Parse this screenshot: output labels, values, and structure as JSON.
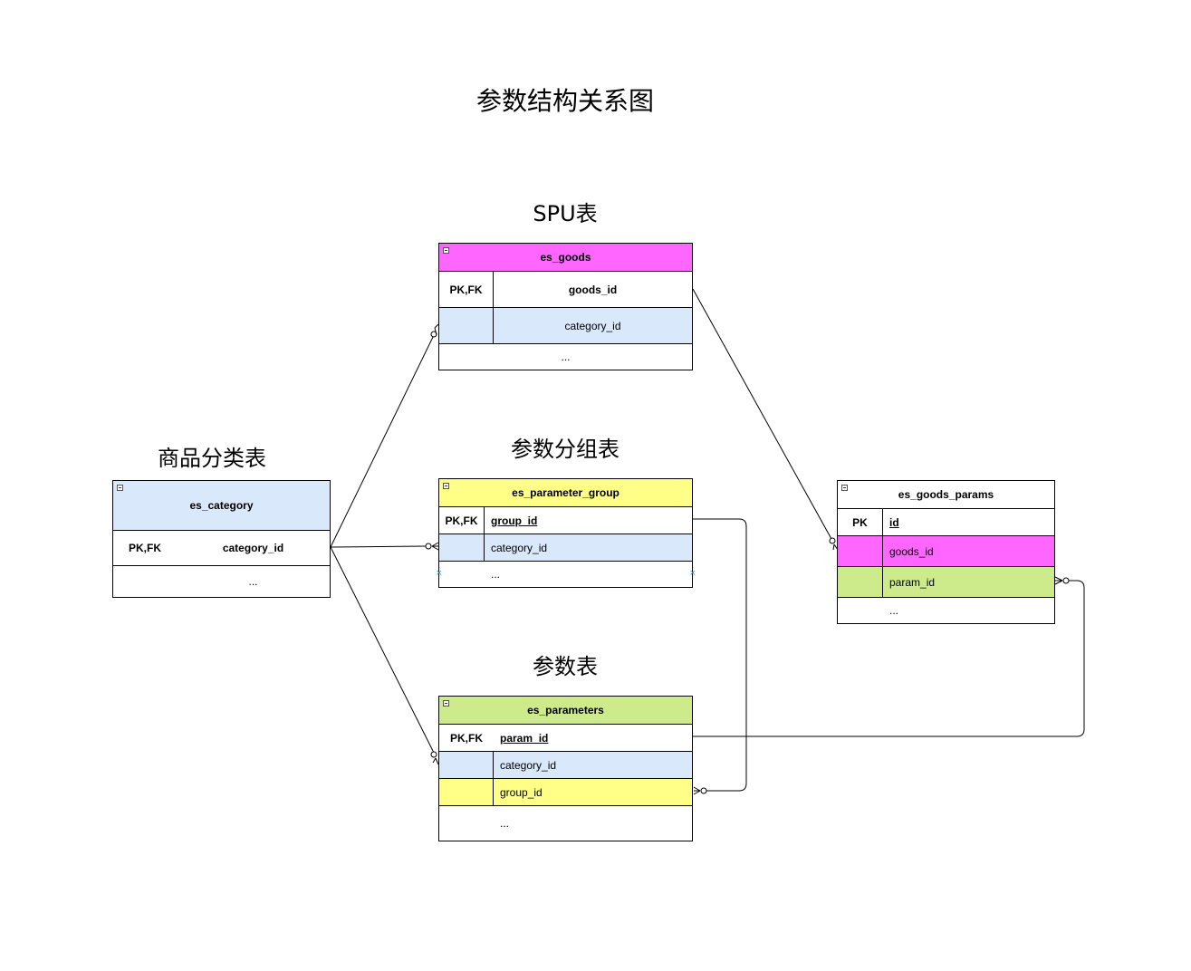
{
  "diagram_title": "参数结构关系图",
  "labels": {
    "spu": "SPU表",
    "category": "商品分类表",
    "param_group": "参数分组表",
    "params": "参数表"
  },
  "colors": {
    "pink": "#ff66ff",
    "blue": "#dae8fc",
    "yellow": "#ffff88",
    "green": "#cdeb8b"
  },
  "tables": {
    "es_goods": {
      "name": "es_goods",
      "rows": [
        {
          "key": "PK,FK",
          "field": "goods_id"
        },
        {
          "key": "",
          "field": "category_id"
        },
        {
          "key": "",
          "field": "..."
        }
      ]
    },
    "es_category": {
      "name": "es_category",
      "rows": [
        {
          "key": "PK,FK",
          "field": "category_id"
        },
        {
          "key": "",
          "field": "..."
        }
      ]
    },
    "es_parameter_group": {
      "name": "es_parameter_group",
      "rows": [
        {
          "key": "PK,FK",
          "field": "group_id"
        },
        {
          "key": "",
          "field": "category_id"
        },
        {
          "key": "",
          "field": "..."
        }
      ]
    },
    "es_parameters": {
      "name": "es_parameters",
      "rows": [
        {
          "key": "PK,FK",
          "field": "param_id"
        },
        {
          "key": "",
          "field": "category_id"
        },
        {
          "key": "",
          "field": "group_id"
        },
        {
          "key": "",
          "field": "..."
        }
      ]
    },
    "es_goods_params": {
      "name": "es_goods_params",
      "rows": [
        {
          "key": "PK",
          "field": "id"
        },
        {
          "key": "",
          "field": "goods_id"
        },
        {
          "key": "",
          "field": "param_id"
        },
        {
          "key": "",
          "field": "..."
        }
      ]
    }
  }
}
